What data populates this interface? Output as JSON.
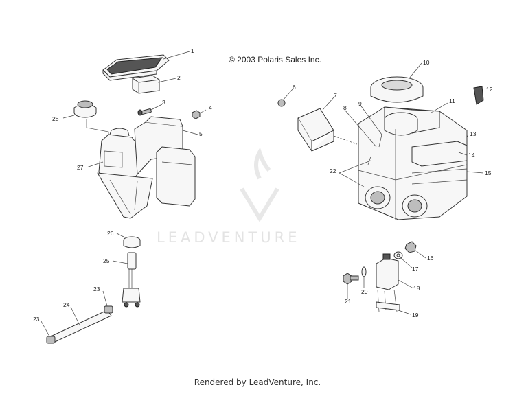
{
  "diagram": {
    "copyright": "© 2003 Polaris Sales Inc.",
    "watermark": "LEADVENTURE",
    "footer": "Rendered by LeadVenture, Inc.",
    "callouts": [
      "1",
      "2",
      "3",
      "4",
      "5",
      "6",
      "7",
      "8",
      "9",
      "10",
      "11",
      "12",
      "13",
      "14",
      "15",
      "16",
      "17",
      "18",
      "19",
      "20",
      "21",
      "22",
      "23",
      "23",
      "24",
      "25",
      "26",
      "27",
      "28"
    ],
    "colors": {
      "line": "#333333",
      "watermark": "#e3e3e3",
      "background": "#ffffff"
    }
  }
}
